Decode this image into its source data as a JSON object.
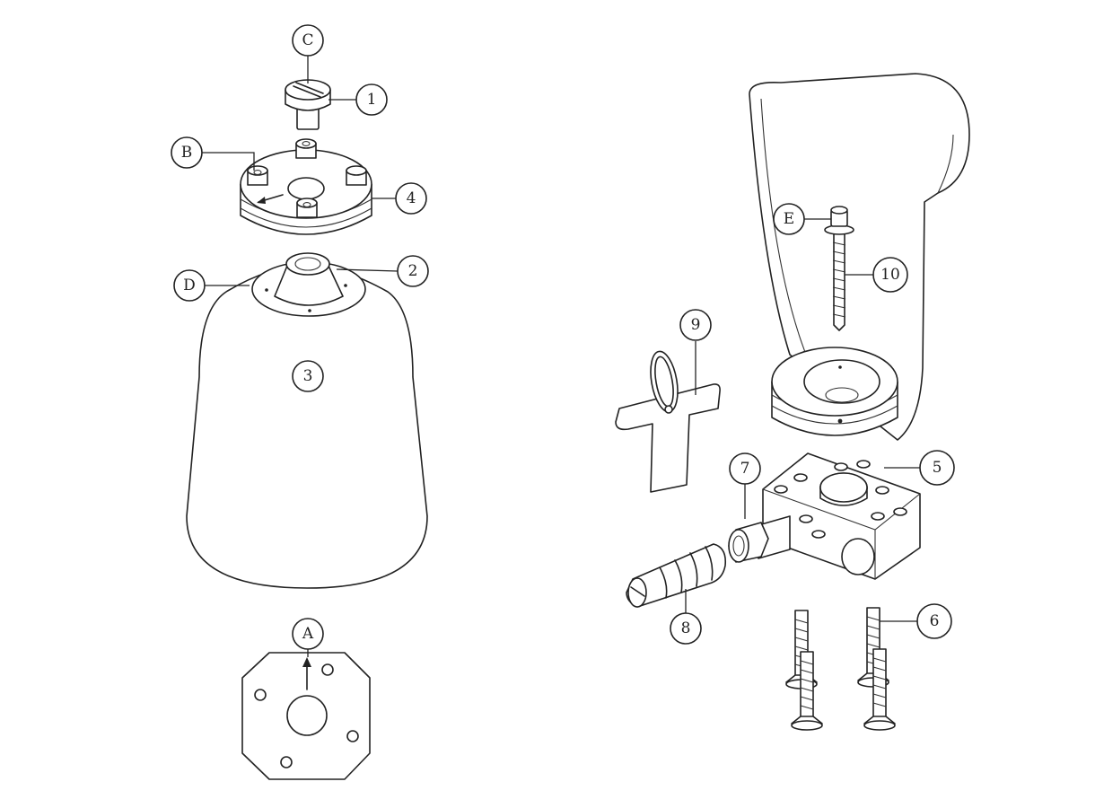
{
  "callouts": {
    "C": "C",
    "1": "1",
    "B": "B",
    "4": "4",
    "D": "D",
    "2": "2",
    "3": "3",
    "A": "A",
    "E": "E",
    "10": "10",
    "9": "9",
    "7": "7",
    "5": "5",
    "8": "8",
    "6": "6"
  }
}
